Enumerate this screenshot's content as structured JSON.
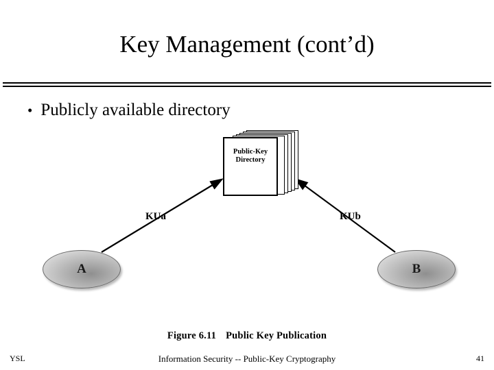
{
  "slide": {
    "title": "Key Management (cont’d)",
    "bullet_marker": "•",
    "bullet_text": "Publicly available directory"
  },
  "figure": {
    "directory_label_line1": "Public-Key",
    "directory_label_line2": "Directory",
    "key_a_label": "KUa",
    "key_b_label": "KUb",
    "node_a_label": "A",
    "node_b_label": "B",
    "caption_number": "Figure 6.11",
    "caption_title": "Public Key Publication"
  },
  "footer": {
    "left": "YSL",
    "center": "Information Security -- Public-Key Cryptography",
    "page_number": "41"
  },
  "colors": {
    "background": "#ffffff",
    "text": "#000000",
    "node_fill": "#b9b9b9",
    "rule": "#000000"
  }
}
